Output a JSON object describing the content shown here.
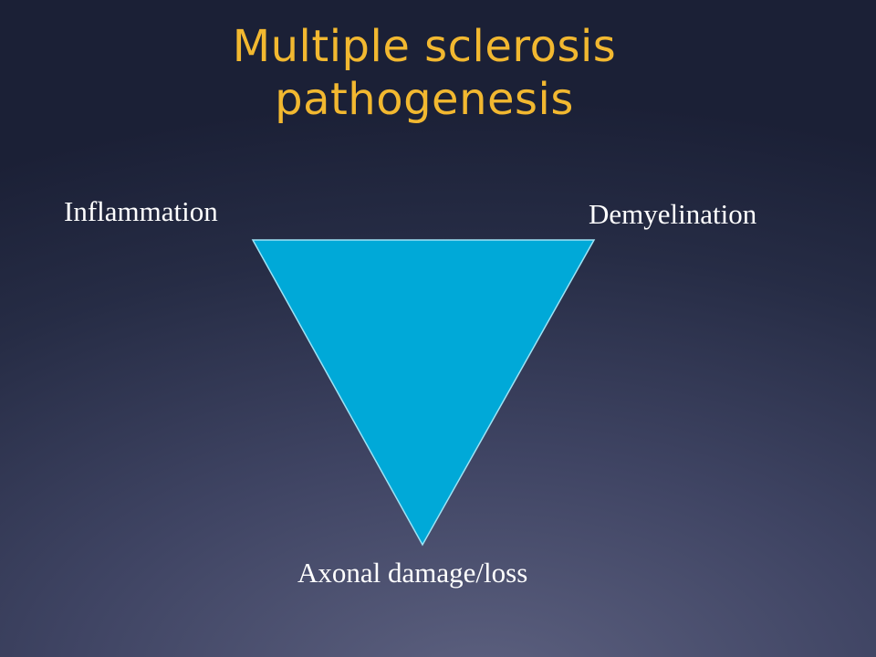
{
  "slide": {
    "title_line1": "Multiple sclerosis",
    "title_line2": "pathogenesis"
  },
  "diagram": {
    "top_left_label": "Inflammation",
    "top_right_label": "Demyelination",
    "bottom_label": "Axonal damage/loss",
    "triangle_fill": "#00a9d8",
    "triangle_stroke": "#9fe3f5"
  },
  "colors": {
    "title": "#f2b830",
    "label": "#ffffff"
  }
}
